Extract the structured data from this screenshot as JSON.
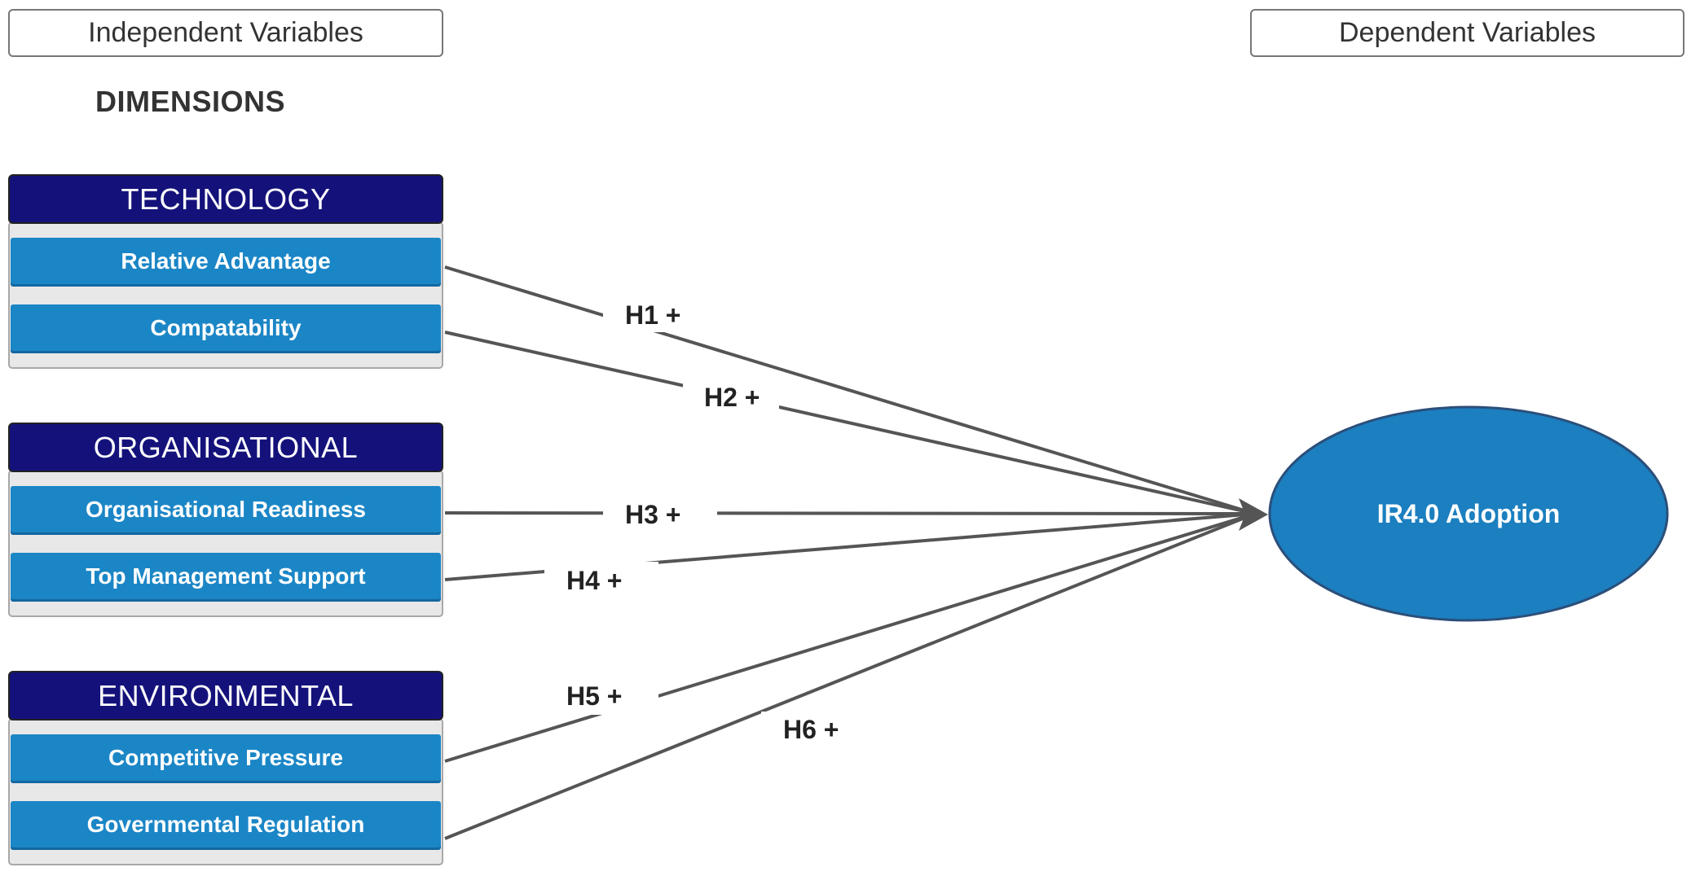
{
  "header": {
    "independent": "Independent Variables",
    "dependent": "Dependent Variables",
    "dimensions": "DIMENSIONS"
  },
  "groups": [
    {
      "title": "TECHNOLOGY",
      "items": [
        "Relative Advantage",
        "Compatability"
      ]
    },
    {
      "title": "ORGANISATIONAL",
      "items": [
        "Organisational Readiness",
        "Top Management Support"
      ]
    },
    {
      "title": "ENVIRONMENTAL",
      "items": [
        "Competitive Pressure",
        "Governmental Regulation"
      ]
    }
  ],
  "hypotheses": [
    "H1 +",
    "H2 +",
    "H3 +",
    "H4 +",
    "H5 +",
    "H6 +"
  ],
  "outcome": "IR4.0 Adoption",
  "colors": {
    "group_header": "#14127a",
    "item_fill": "#1b86c6",
    "outcome_fill": "#1b7fc0",
    "arrow": "#555555"
  }
}
